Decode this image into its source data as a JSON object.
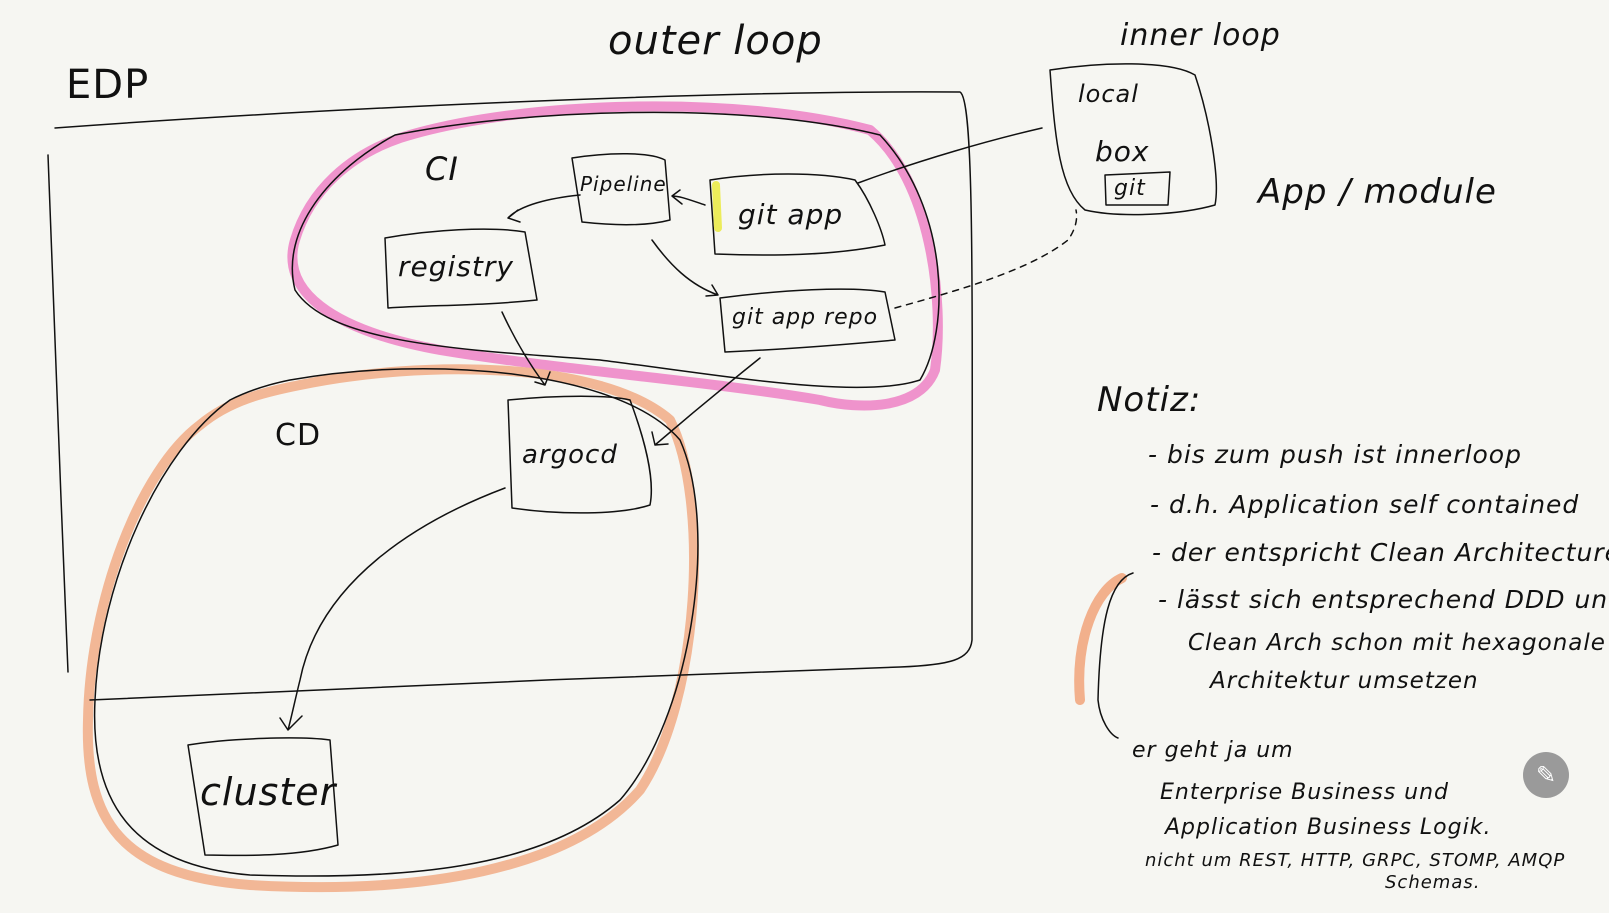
{
  "title_outer": "outer loop",
  "title_inner": "inner loop",
  "edp_label": "EDP",
  "ci": {
    "label": "CI",
    "pipeline": "Pipeline",
    "git_app": "git app",
    "registry": "registry",
    "git_app_repo": "git app repo"
  },
  "cd": {
    "label": "CD",
    "argocd": "argocd",
    "cluster": "cluster"
  },
  "local_box": {
    "line1": "local",
    "line2": "box",
    "git": "git"
  },
  "app_module": "App / module",
  "notes": {
    "heading": "Notiz:",
    "items": [
      "- bis zum push ist innerloop",
      "- d.h. Application self contained",
      "- der entspricht Clean Architecture",
      "- lässt sich entsprechend DDD und",
      "Clean Arch schon mit hexagonale",
      "Architektur umsetzen"
    ],
    "footer": [
      "er geht ja um",
      "Enterprise Business und",
      "Application Business Logik.",
      "nicht um REST, HTTP, GRPC, STOMP, AMQP",
      "Schemas."
    ]
  },
  "colors": {
    "ci_highlight": "#ee88c8",
    "cd_highlight": "#f2b08c",
    "marker": "#ecec5a",
    "ink": "#111111"
  },
  "edit_icon": "pencil-icon"
}
